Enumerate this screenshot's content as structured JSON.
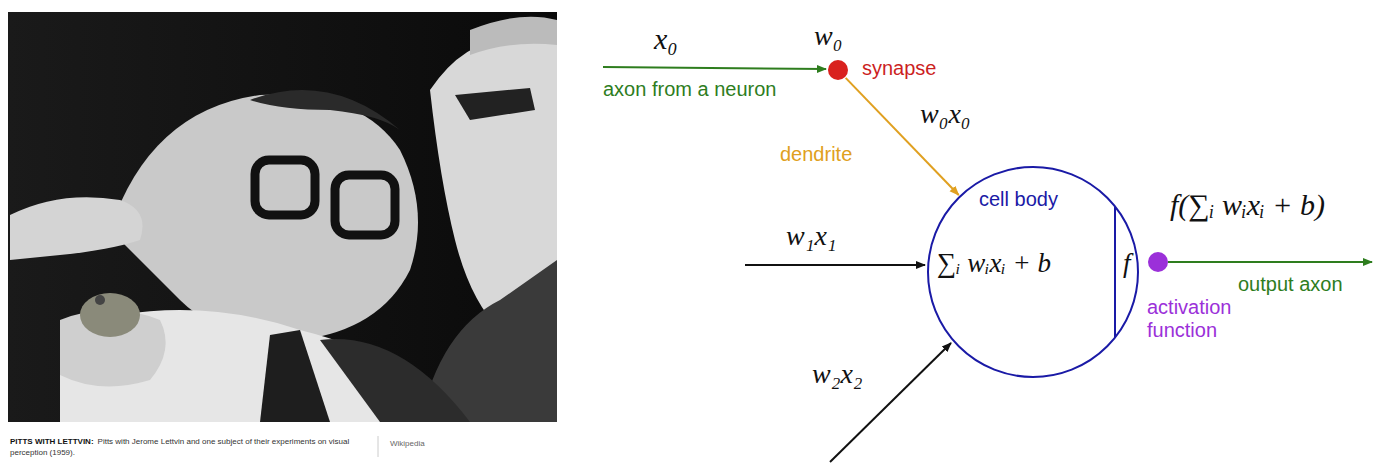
{
  "diagram": {
    "nodes": [
      {
        "text": [
          "synapse"
        ]
      },
      {
        "text": [
          "cell body",
          "∑ᵢ wᵢxᵢ + b",
          "f"
        ]
      },
      {
        "text": [
          "activation function"
        ]
      }
    ],
    "edges": [
      {
        "from": 0,
        "to": 1,
        "arrow": "to",
        "label": "dendrite"
      }
    ],
    "labels": [
      "x₀",
      "w₀",
      "axon from a neuron",
      "w₀x₀",
      "w₁x₁",
      "w₂x₂",
      "f(∑ᵢ wᵢxᵢ + b)",
      "output axon",
      "PITTS WITH LETTVIN:",
      "Pitts with Jerome Lettvin and one subject of their experiments on visual perception (1959).",
      "Wikipedia"
    ]
  }
}
